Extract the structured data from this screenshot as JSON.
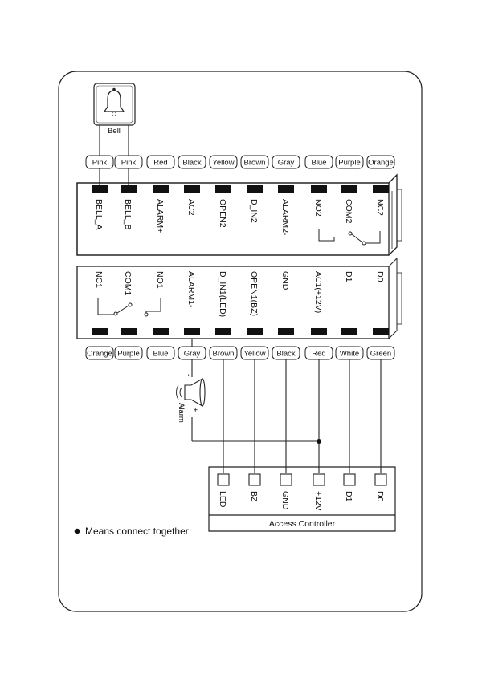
{
  "bell": {
    "label": "Bell"
  },
  "alarm": {
    "label": "Alarm",
    "minus": "-",
    "plus": "+"
  },
  "top_block": {
    "wire_colors": [
      "Pink",
      "Pink",
      "Red",
      "Black",
      "Yellow",
      "Brown",
      "Gray",
      "Blue",
      "Purple",
      "Orange"
    ],
    "terminals": [
      "BELL_A",
      "BELL_B",
      "ALARM+",
      "AC2",
      "OPEN2",
      "D_IN2",
      "ALARM2-",
      "NO2",
      "COM2",
      "NC2"
    ]
  },
  "bottom_block": {
    "terminals": [
      "NC1",
      "COM1",
      "NO1",
      "ALARM1-",
      "D_IN1(LED)",
      "OPEN1(BZ)",
      "GND",
      "AC1(+12V)",
      "D1",
      "D0"
    ],
    "wire_colors": [
      "Orange",
      "Purple",
      "Blue",
      "Gray",
      "Brown",
      "Yellow",
      "Black",
      "Red",
      "White",
      "Green"
    ]
  },
  "controller": {
    "title": "Access Controller",
    "pins": [
      "LED",
      "BZ",
      "GND",
      "+12V",
      "D1",
      "D0"
    ]
  },
  "legend": {
    "text": "Means connect together"
  }
}
